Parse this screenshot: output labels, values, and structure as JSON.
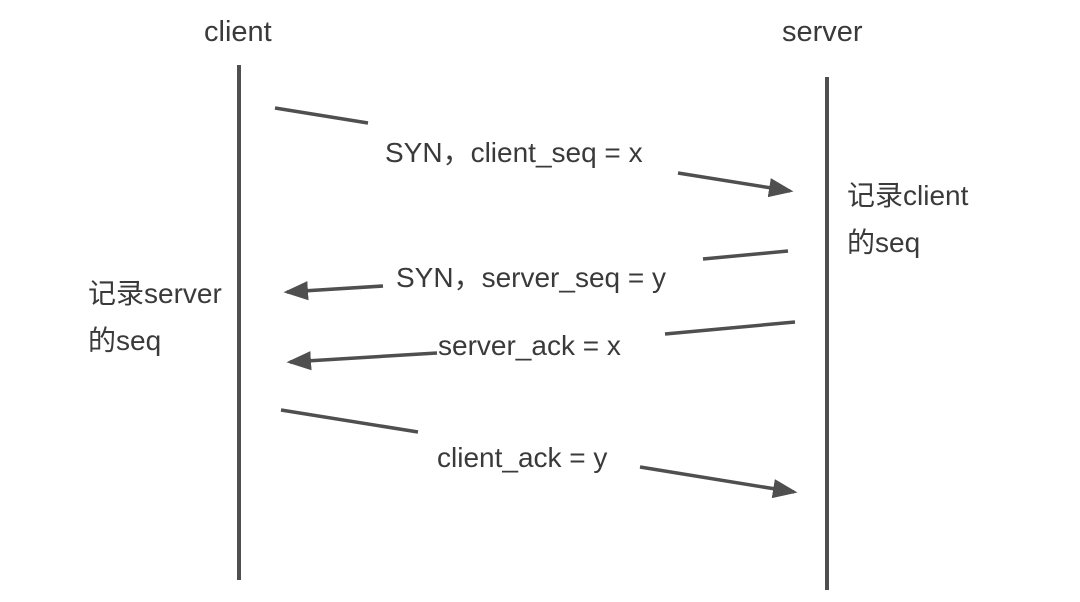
{
  "diagram": {
    "colors": {
      "background": "#ffffff",
      "line": "#4f4f4f",
      "text": "#3a3a3a"
    },
    "actors": [
      {
        "label": "client"
      },
      {
        "label": "server"
      }
    ],
    "messages": [
      {
        "label": "SYN，client_seq = x",
        "from": "client",
        "to": "server"
      },
      {
        "label": "SYN，server_seq = y",
        "from": "server",
        "to": "client"
      },
      {
        "label": "server_ack = x",
        "from": "server",
        "to": "client"
      },
      {
        "label": "client_ack = y",
        "from": "client",
        "to": "server"
      }
    ],
    "notes": [
      {
        "side": "client",
        "lines": [
          "记录server",
          "的seq"
        ]
      },
      {
        "side": "server",
        "lines": [
          "记录client",
          "的seq"
        ]
      }
    ]
  }
}
